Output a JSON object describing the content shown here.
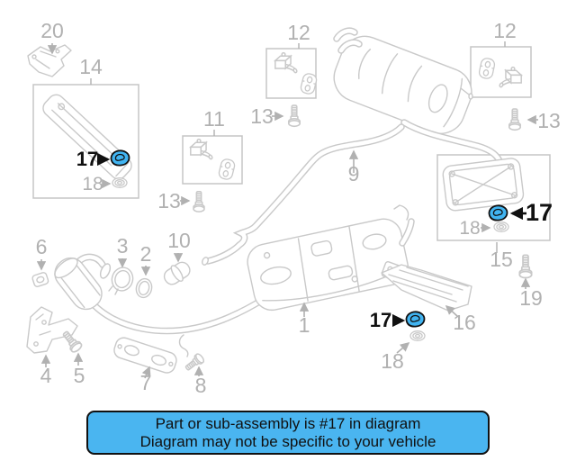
{
  "banner": {
    "line1": "Part or sub-assembly is #17 in diagram",
    "line2": "Diagram may not be specific to your vehicle",
    "bg_color": "#4ab5f0",
    "text_color": "#101010"
  },
  "colors": {
    "drawing_line": "#c9c9c9",
    "label_gray": "#b1b1b1",
    "highlight_blue": "#41b4f1",
    "callout_black": "#111111",
    "background": "#ffffff"
  },
  "highlighted_part_number": "17",
  "callouts": [
    {
      "label": "20"
    },
    {
      "label": "14"
    },
    {
      "label": "12"
    },
    {
      "label": "13"
    },
    {
      "label": "11"
    },
    {
      "label": "13"
    },
    {
      "label": "12"
    },
    {
      "label": "13"
    },
    {
      "label": "9"
    },
    {
      "label": "17"
    },
    {
      "label": "18"
    },
    {
      "label": "17"
    },
    {
      "label": "18"
    },
    {
      "label": "15"
    },
    {
      "label": "19"
    },
    {
      "label": "16"
    },
    {
      "label": "17"
    },
    {
      "label": "18"
    },
    {
      "label": "1"
    },
    {
      "label": "6"
    },
    {
      "label": "3"
    },
    {
      "label": "2"
    },
    {
      "label": "10"
    },
    {
      "label": "4"
    },
    {
      "label": "5"
    },
    {
      "label": "7"
    },
    {
      "label": "8"
    }
  ]
}
